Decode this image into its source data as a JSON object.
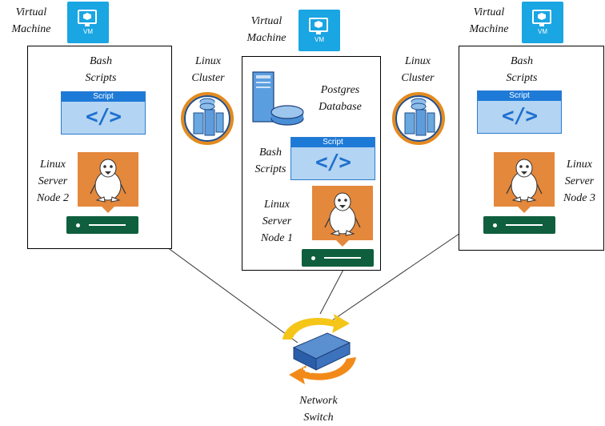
{
  "vm_icon_text": "VM",
  "script_header": "Script",
  "script_code": "</>",
  "left": {
    "vm_label": "Virtual\nMachine",
    "scripts_label": "Bash\nScripts",
    "server_label": "Linux\nServer\nNode 2"
  },
  "center": {
    "vm_label": "Virtual\nMachine",
    "db_label": "Postgres\nDatabase",
    "scripts_label": "Bash\nScripts",
    "server_label": "Linux\nServer\nNode 1"
  },
  "right": {
    "vm_label": "Virtual\nMachine",
    "scripts_label": "Bash\nScripts",
    "server_label": "Linux\nServer\nNode 3"
  },
  "cluster_left_label": "Linux\nCluster",
  "cluster_right_label": "Linux\nCluster",
  "switch_label": "Network\nSwitch",
  "colors": {
    "vm_icon": "#1aa5e3",
    "script_header": "#1e7ad7",
    "script_body": "#b3d4f2",
    "tux_tile": "#e4883c",
    "server_bar": "#0f5f3e",
    "cluster_ring": "#e48a1e",
    "switch_arrow": "#f5c518"
  }
}
